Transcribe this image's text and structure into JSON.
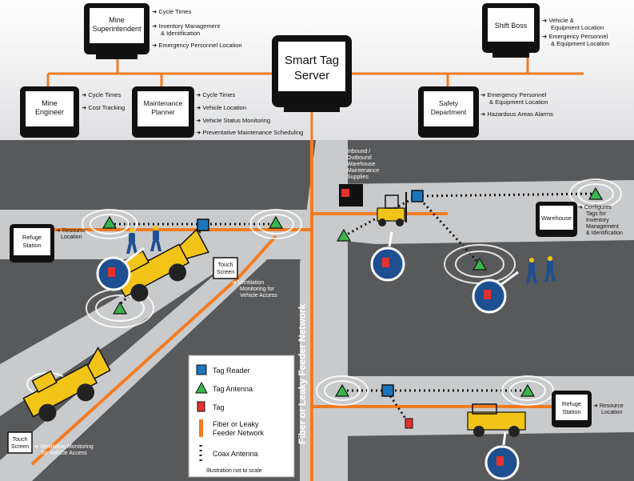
{
  "server": {
    "title_line1": "Smart Tag",
    "title_line2": "Server"
  },
  "monitors": {
    "mine_superintendent": {
      "label_line1": "Mine",
      "label_line2": "Superintendent",
      "notes": [
        "Cycle Times",
        "Inventory Management",
        "& Identification",
        "Emergency Personnel Location"
      ]
    },
    "shift_boss": {
      "label_line1": "Shift Boss",
      "notes": [
        "Vehicle &",
        "Equipment Location",
        "Emergency Personnel",
        "& Equipment Location"
      ]
    },
    "mine_engineer": {
      "label_line1": "Mine",
      "label_line2": "Engineer",
      "notes": [
        "Cycle Times",
        "Cost Tracking"
      ]
    },
    "maintenance_planner": {
      "label_line1": "Maintenance",
      "label_line2": "Planner",
      "notes": [
        "Cycle Times",
        "Vehicle Location",
        "Vehicle Status Monitoring",
        "Preventative Maintenance Scheduling"
      ]
    },
    "safety_department": {
      "label_line1": "Safety",
      "label_line2": "Department",
      "notes": [
        "Emergency Personnel",
        "& Equipment Location",
        "Hazardous Areas Alarms"
      ]
    },
    "refuge_station_left": {
      "label_line1": "Refuge",
      "label_line2": "Station",
      "notes": [
        "Resource",
        "Location"
      ]
    },
    "warehouse": {
      "label_line1": "Warehouse",
      "notes": [
        "Configures",
        "Tags for",
        "Inventory",
        "Management",
        "& Identification"
      ]
    },
    "refuge_station_right": {
      "label_line1": "Refuge",
      "label_line2": "Station",
      "notes": [
        "Resource",
        "Location"
      ]
    }
  },
  "touch_screens": {
    "upper": {
      "line1": "Touch",
      "line2": "Screen",
      "notes": [
        "Ventilation",
        "Monitoring for",
        "Vehicle Access"
      ]
    },
    "lower": {
      "line1": "Touch",
      "line2": "Screen",
      "notes": [
        "Ventilation Monitoring",
        "for Vehicle Access"
      ]
    }
  },
  "inbound_box": {
    "lines": [
      "Inbound /",
      "Outbound",
      "Warehouse",
      "Maintenance",
      "Supplies"
    ]
  },
  "network_label": "Fiber or Leaky Feeder Network",
  "legend": {
    "items": [
      "Tag Reader",
      "Tag Antenna",
      "Tag",
      "Fiber or Leaky",
      "Feeder Network",
      "Coax Antenna"
    ],
    "footnote": "Illustration not to scale"
  },
  "colors": {
    "network": "#f47b20",
    "tunnel": "#58595b",
    "tunnel_dark": "#4a4b4d",
    "sky": "#e6e7e8",
    "reader": "#1b75bc",
    "antenna": "#39b54a",
    "tag": "#e5322d",
    "vehicle": "#f2c418",
    "worker": "#1d4f91"
  },
  "icons": [
    "tag-reader-icon",
    "tag-antenna-icon",
    "tag-icon",
    "worker-icon",
    "loader-icon",
    "forklift-icon",
    "truck-icon",
    "hand-tag-icon"
  ]
}
